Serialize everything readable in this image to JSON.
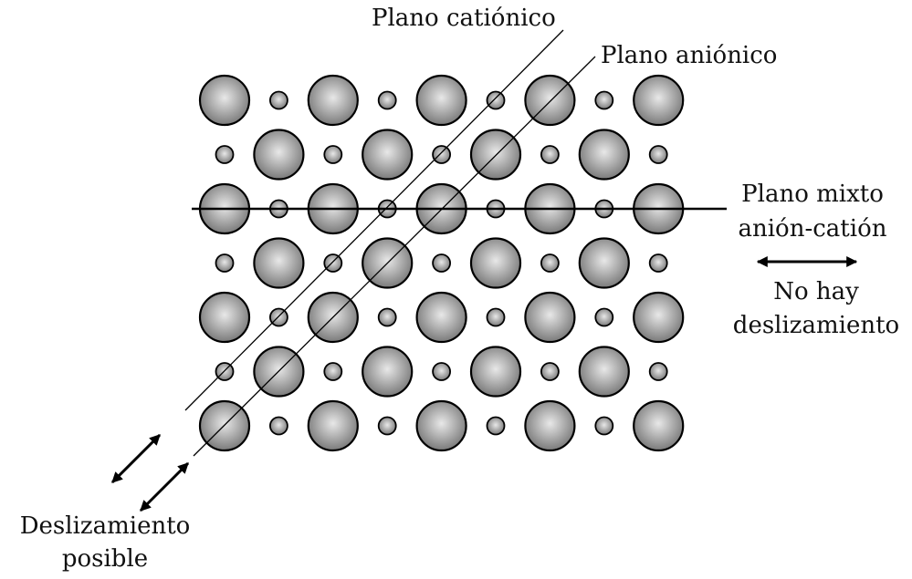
{
  "labels": {
    "cationic_plane": "Plano catiónico",
    "anionic_plane": "Plano aniónico",
    "mixed_plane_line1": "Plano mixto",
    "mixed_plane_line2": "anión-catión",
    "no_slip_line1": "No hay",
    "no_slip_line2": "deslizamiento",
    "slip_line1": "Deslizamiento",
    "slip_line2": "posible"
  },
  "lattice": {
    "rows": 7,
    "columns": 9
  },
  "colors": {
    "ion_light": "#e8e8e8",
    "ion_dark": "#7a7a7a",
    "outline": "#000000"
  }
}
